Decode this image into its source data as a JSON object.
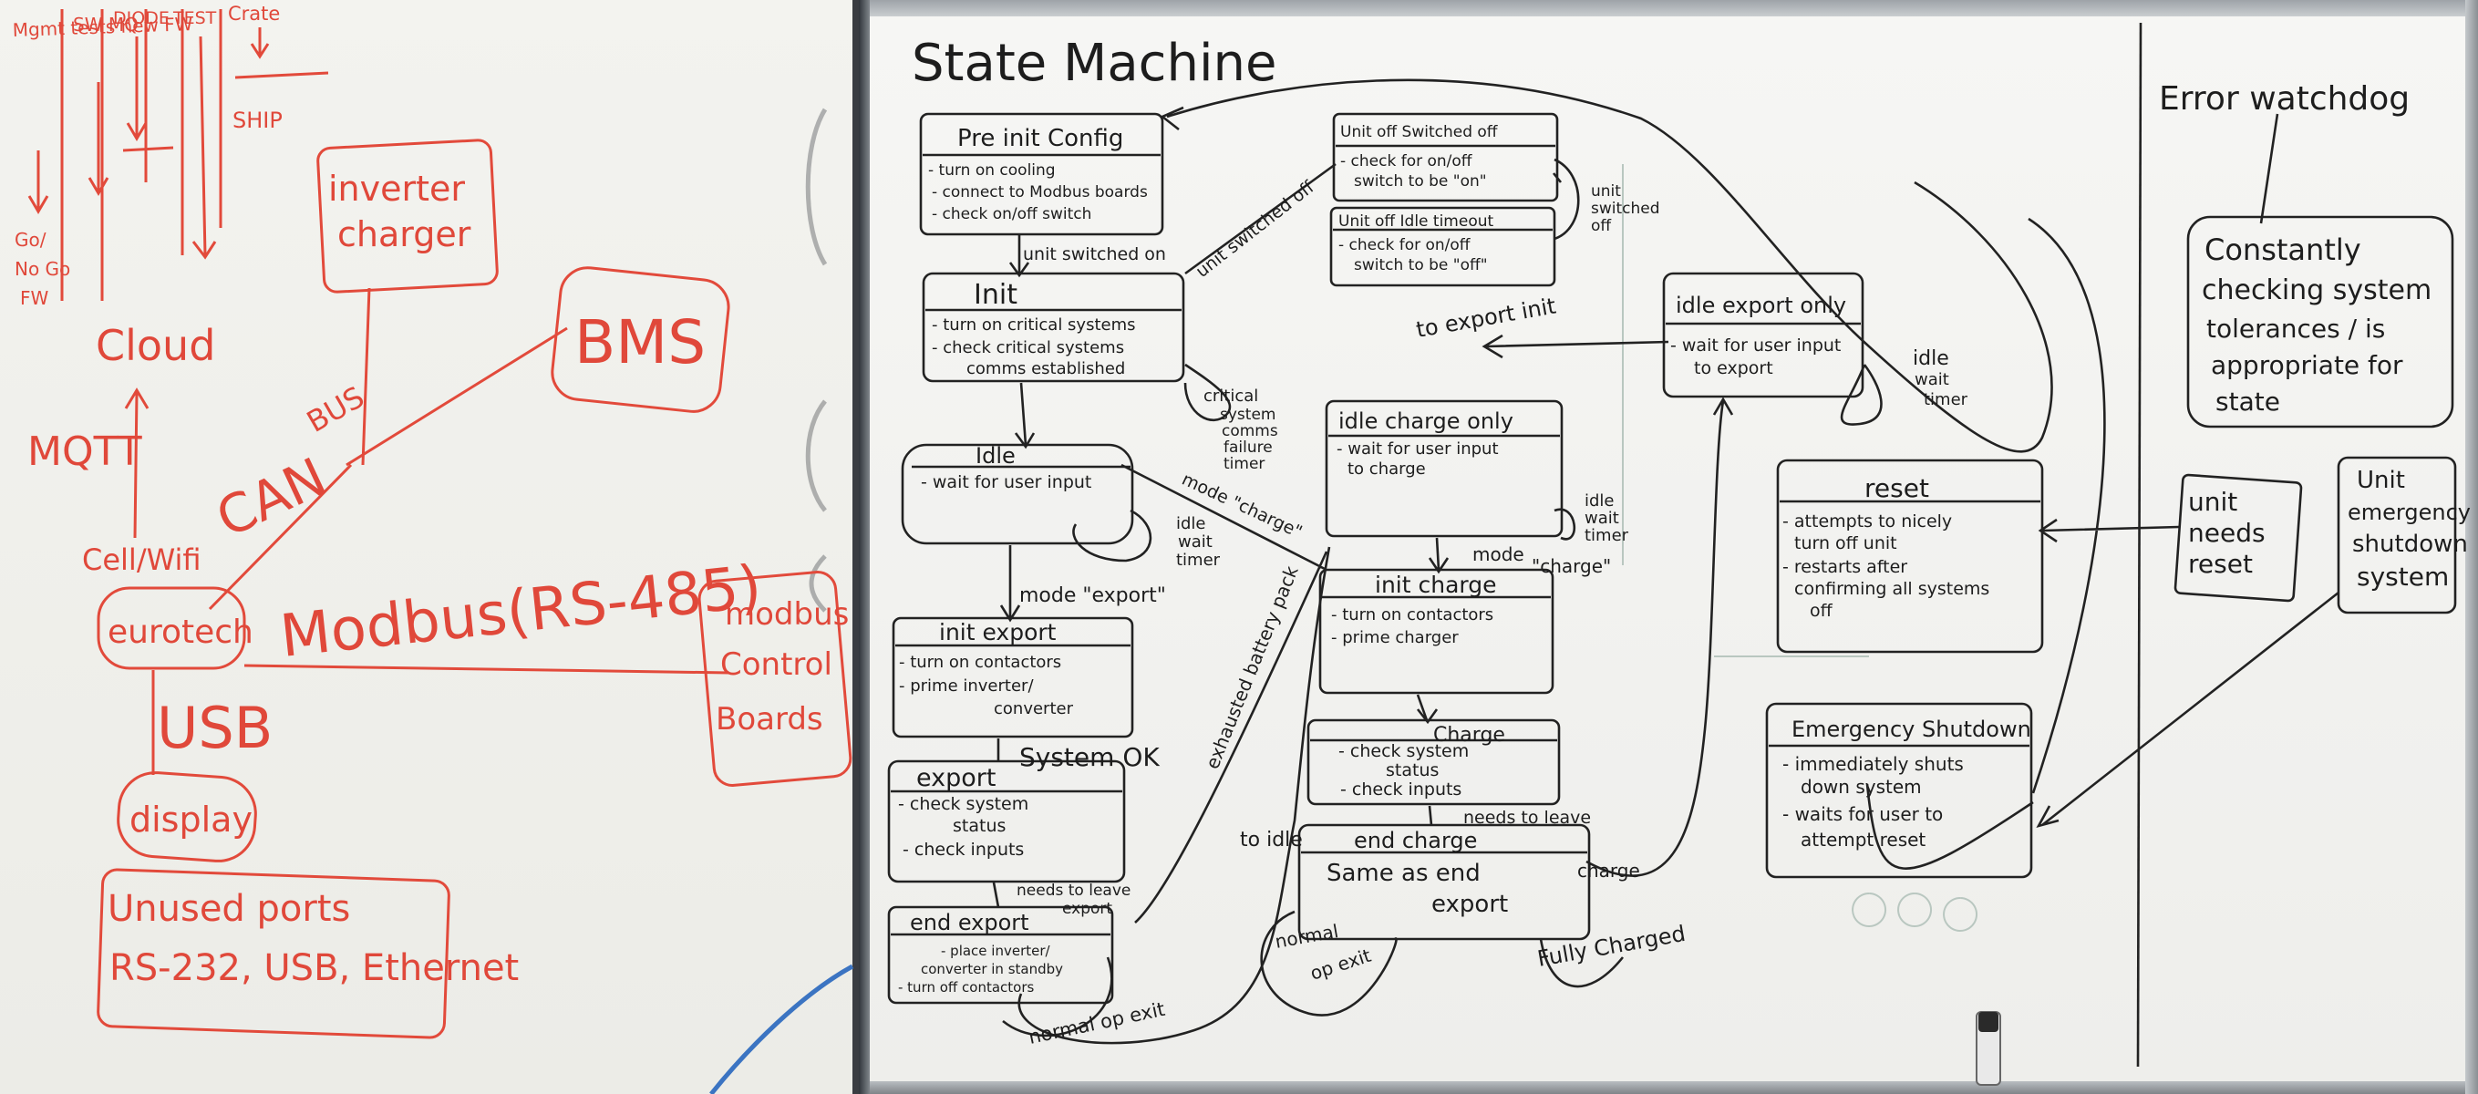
{
  "photo": {
    "left_board": {
      "pipeline": {
        "columns": [
          "Mgmt tests new FW",
          "SW MQ",
          "DIODE",
          "TEST",
          "Crate"
        ],
        "ship": "SHIP",
        "gonogo": [
          "Go/",
          "No Go",
          "FW"
        ]
      },
      "cloud": "Cloud",
      "mqtt": "MQTT",
      "cellwifi": "Cell/Wifi",
      "inverter_charger": [
        "inverter",
        "charger"
      ],
      "bms": "BMS",
      "can": "CAN",
      "bus": "BUS",
      "eurotech": "eurotech",
      "modbus": "Modbus(RS-485)",
      "modbus_boards": [
        "modbus",
        "Control",
        "Boards"
      ],
      "usb": "USB",
      "display": "display",
      "unused_ports": [
        "Unused ports",
        "RS-232, USB, Ethernet"
      ]
    },
    "right_board": {
      "title": "State Machine",
      "error_watchdog": "Error watchdog",
      "watchdog_note": [
        "Constantly",
        "checking system",
        "tolerances / is",
        "appropriate for",
        "state"
      ],
      "unit_needs_reset": [
        "unit",
        "needs",
        "reset"
      ],
      "unit_emergency": [
        "Unit",
        "emergency",
        "shutdown",
        "system"
      ],
      "states": {
        "preinit": {
          "title": "Pre init Config",
          "lines": [
            "- turn on cooling",
            "- connect to Modbus boards",
            "- check on/off switch"
          ]
        },
        "unit_off_switched": {
          "title": "Unit off Switched off",
          "lines": [
            "- check for on/off",
            "switch to be \"on\""
          ]
        },
        "unit_off_idle": {
          "title": "Unit off Idle timeout",
          "lines": [
            "- check for on/off",
            "switch to be \"off\""
          ]
        },
        "init": {
          "title": "Init",
          "lines": [
            "- turn on critical systems",
            "- check critical systems",
            "comms established"
          ]
        },
        "idle": {
          "title": "Idle",
          "lines": [
            "- wait for user input"
          ]
        },
        "idle_charge": {
          "title": "idle charge only",
          "lines": [
            "- wait for user input",
            "to charge"
          ]
        },
        "idle_export": {
          "title": "idle export only",
          "lines": [
            "- wait for user input",
            "to export"
          ]
        },
        "reset": {
          "title": "reset",
          "lines": [
            "- attempts to nicely",
            "turn off unit",
            "- restarts after",
            "confirming all systems",
            "off"
          ]
        },
        "emergency": {
          "title": "Emergency Shutdown",
          "lines": [
            "- immediately shuts",
            "down system",
            "- waits for user to",
            "attempt reset"
          ]
        },
        "init_export": {
          "title": "init export",
          "lines": [
            "- turn on contactors",
            "- prime inverter/",
            "converter"
          ]
        },
        "init_charge": {
          "title": "init charge",
          "lines": [
            "- turn on contactors",
            "- prime charger"
          ]
        },
        "export": {
          "title": "export",
          "lines": [
            "- check system",
            "status",
            "- check inputs"
          ]
        },
        "charge": {
          "title": "Charge",
          "lines": [
            "- check system",
            "status",
            "- check inputs"
          ]
        },
        "end_export": {
          "title": "end export",
          "lines": [
            "- place inverter/",
            "converter in standby",
            "- turn off contactors"
          ]
        },
        "end_charge": {
          "title": "end charge",
          "lines": [
            "Same as end",
            "export"
          ]
        }
      },
      "transitions": {
        "unit_switched_on": "unit switched on",
        "unit_switched_off_diag": "unit switched off",
        "unit_switched_off": [
          "unit",
          "switched",
          "off"
        ],
        "critical": [
          "critical",
          "system",
          "comms",
          "failure",
          "timer"
        ],
        "idle_wait_timer": [
          "idle",
          "wait",
          "timer"
        ],
        "mode_charge": "mode \"charge\"",
        "mode_export": "mode \"export\"",
        "system_ok": "System OK",
        "exhausted": "exhausted battery pack",
        "needs_to_leave_export": [
          "needs to leave",
          "export"
        ],
        "needs_to_leave_charge": [
          "needs to leave",
          "charge"
        ],
        "normal_op_exit": "normal op exit",
        "normal_op_exit2": [
          "normal",
          "op exit"
        ],
        "fully_charged": "Fully Charged",
        "to_idle": "to idle",
        "to_export_init": "to export init",
        "mode_charge2": [
          "mode",
          "\"charge\""
        ],
        "idle_wait_timer2": [
          "idle",
          "wait",
          "timer"
        ],
        "idle_wait_timer3": [
          "idle",
          "wait",
          "timer"
        ]
      }
    }
  },
  "colors": {
    "marker_red": "#e24a3b",
    "marker_black": "#222222",
    "board": "#f2f2ef",
    "frame": "#9ea3a8"
  }
}
